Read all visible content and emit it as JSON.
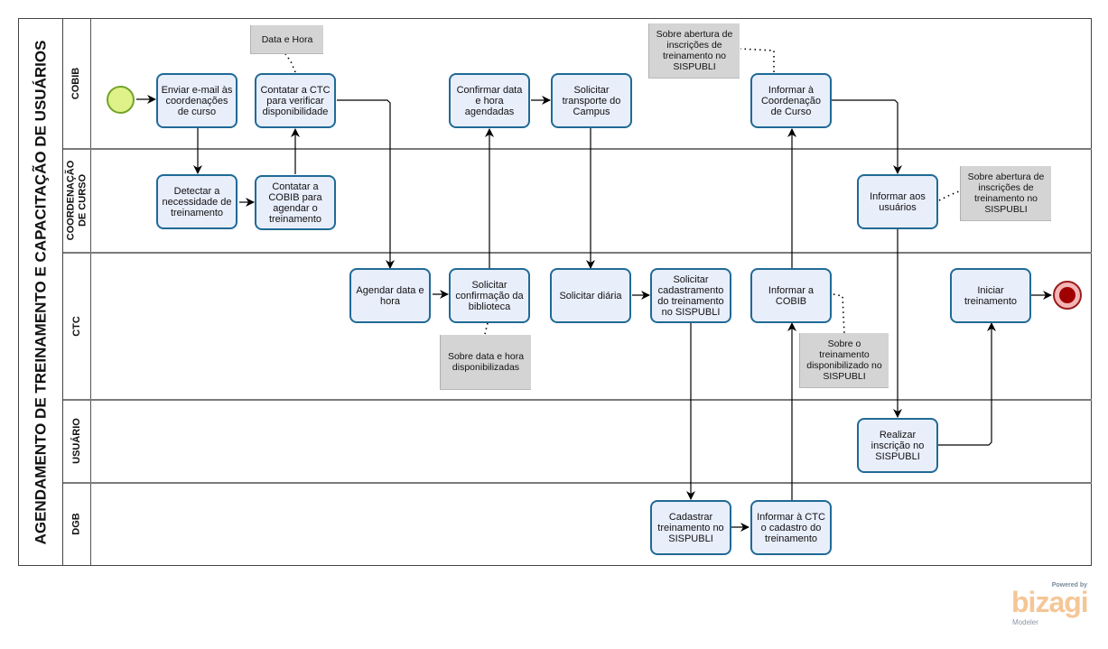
{
  "pool": {
    "title": "AGENDAMENTO DE TREINAMENTO E CAPACITAÇÃO DE USUÁRIOS"
  },
  "lanes": [
    {
      "id": "cobib",
      "label": "COBIB"
    },
    {
      "id": "coordenacao",
      "label": "COORDENAÇÃO\nDE CURSO"
    },
    {
      "id": "ctc",
      "label": "CTC"
    },
    {
      "id": "usuario",
      "label": "USUÁRIO"
    },
    {
      "id": "dgb",
      "label": "DGB"
    }
  ],
  "events": {
    "start": {
      "type": "start-event",
      "lane": "COBIB"
    },
    "end": {
      "type": "end-event",
      "lane": "CTC"
    }
  },
  "tasks": [
    {
      "id": "t1",
      "lane": "COBIB",
      "label": "Enviar e-mail às coordenações de curso"
    },
    {
      "id": "t2",
      "lane": "COBIB",
      "label": "Contatar a CTC para verificar disponibilidade"
    },
    {
      "id": "t3",
      "lane": "COBIB",
      "label": "Confirmar data e hora agendadas"
    },
    {
      "id": "t4",
      "lane": "COBIB",
      "label": "Solicitar transporte do Campus"
    },
    {
      "id": "t5",
      "lane": "COBIB",
      "label": "Informar à Coordenação de Curso"
    },
    {
      "id": "t6",
      "lane": "COORDENAÇÃO DE CURSO",
      "label": "Detectar a necessidade de treinamento"
    },
    {
      "id": "t7",
      "lane": "COORDENAÇÃO DE CURSO",
      "label": "Contatar a COBIB para agendar o treinamento"
    },
    {
      "id": "t8",
      "lane": "COORDENAÇÃO DE CURSO",
      "label": "Informar aos usuários"
    },
    {
      "id": "t9",
      "lane": "CTC",
      "label": "Agendar data e hora"
    },
    {
      "id": "t10",
      "lane": "CTC",
      "label": "Solicitar confirmação da biblioteca"
    },
    {
      "id": "t11",
      "lane": "CTC",
      "label": "Solicitar diária"
    },
    {
      "id": "t12",
      "lane": "CTC",
      "label": "Solicitar cadastramento do treinamento no SISPUBLI"
    },
    {
      "id": "t13",
      "lane": "CTC",
      "label": "Informar a COBIB"
    },
    {
      "id": "t14",
      "lane": "CTC",
      "label": "Iniciar treinamento"
    },
    {
      "id": "t15",
      "lane": "USUÁRIO",
      "label": "Realizar inscrição no SISPUBLI"
    },
    {
      "id": "t16",
      "lane": "DGB",
      "label": "Cadastrar treinamento no SISPUBLI"
    },
    {
      "id": "t17",
      "lane": "DGB",
      "label": "Informar à CTC o cadastro do treinamento"
    }
  ],
  "annotations": [
    {
      "id": "a1",
      "attached_to": "t2",
      "label": "Data e Hora"
    },
    {
      "id": "a2",
      "attached_to": "t5",
      "label": "Sobre abertura de inscrições de treinamento no SISPUBLI"
    },
    {
      "id": "a3",
      "attached_to": "t8",
      "label": "Sobre abertura de inscrições de treinamento no SISPUBLI"
    },
    {
      "id": "a4",
      "attached_to": "t10",
      "label": "Sobre data e hora disponibilizadas"
    },
    {
      "id": "a5",
      "attached_to": "t13",
      "label": "Sobre o treinamento disponibilizado no SISPUBLI"
    }
  ],
  "flows": [
    [
      "start",
      "t1"
    ],
    [
      "t1",
      "t6"
    ],
    [
      "t6",
      "t7"
    ],
    [
      "t7",
      "t2"
    ],
    [
      "t2",
      "t9"
    ],
    [
      "t9",
      "t10"
    ],
    [
      "t10",
      "t3"
    ],
    [
      "t3",
      "t4"
    ],
    [
      "t4",
      "t11"
    ],
    [
      "t11",
      "t12"
    ],
    [
      "t12",
      "t16"
    ],
    [
      "t16",
      "t17"
    ],
    [
      "t17",
      "t13"
    ],
    [
      "t13",
      "t5"
    ],
    [
      "t5",
      "t8"
    ],
    [
      "t8",
      "t15"
    ],
    [
      "t15",
      "t14"
    ],
    [
      "t14",
      "end"
    ]
  ],
  "branding": {
    "powered_by": "Powered by",
    "name": "bizagi",
    "product": "Modeler"
  }
}
